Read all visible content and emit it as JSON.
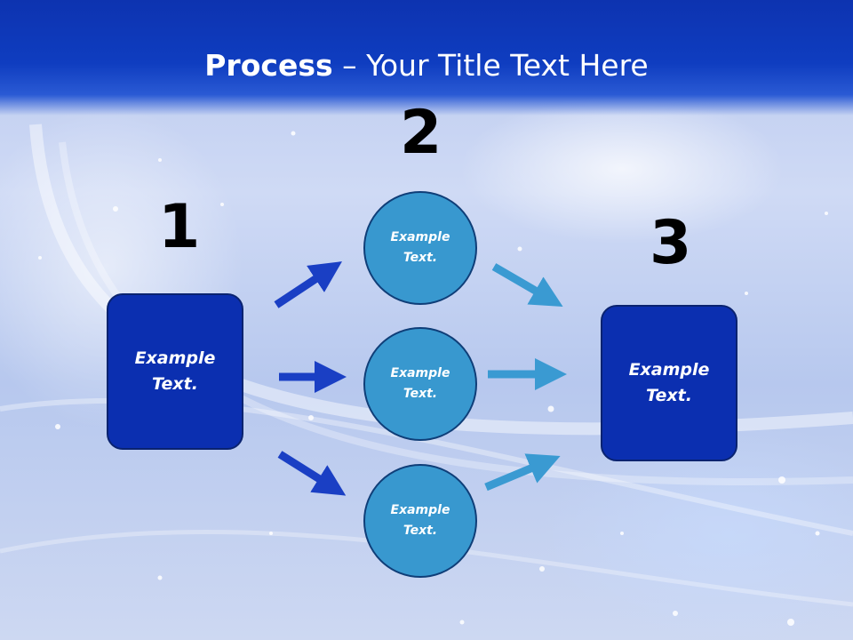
{
  "title": {
    "bold": "Process",
    "rest": " – Your Title Text Here"
  },
  "steps": [
    {
      "number": "1",
      "text": "Example\nText."
    },
    {
      "number": "2",
      "nodes": [
        "Example\nText.",
        "Example\nText.",
        "Example\nText."
      ]
    },
    {
      "number": "3",
      "text": "Example\nText."
    }
  ],
  "colors": {
    "header": "#0f3dc0",
    "box_fill": "#0b2fb0",
    "circle_fill": "#3898cf",
    "arrow_dark": "#1a3fc4",
    "arrow_light": "#3a9ad2"
  }
}
